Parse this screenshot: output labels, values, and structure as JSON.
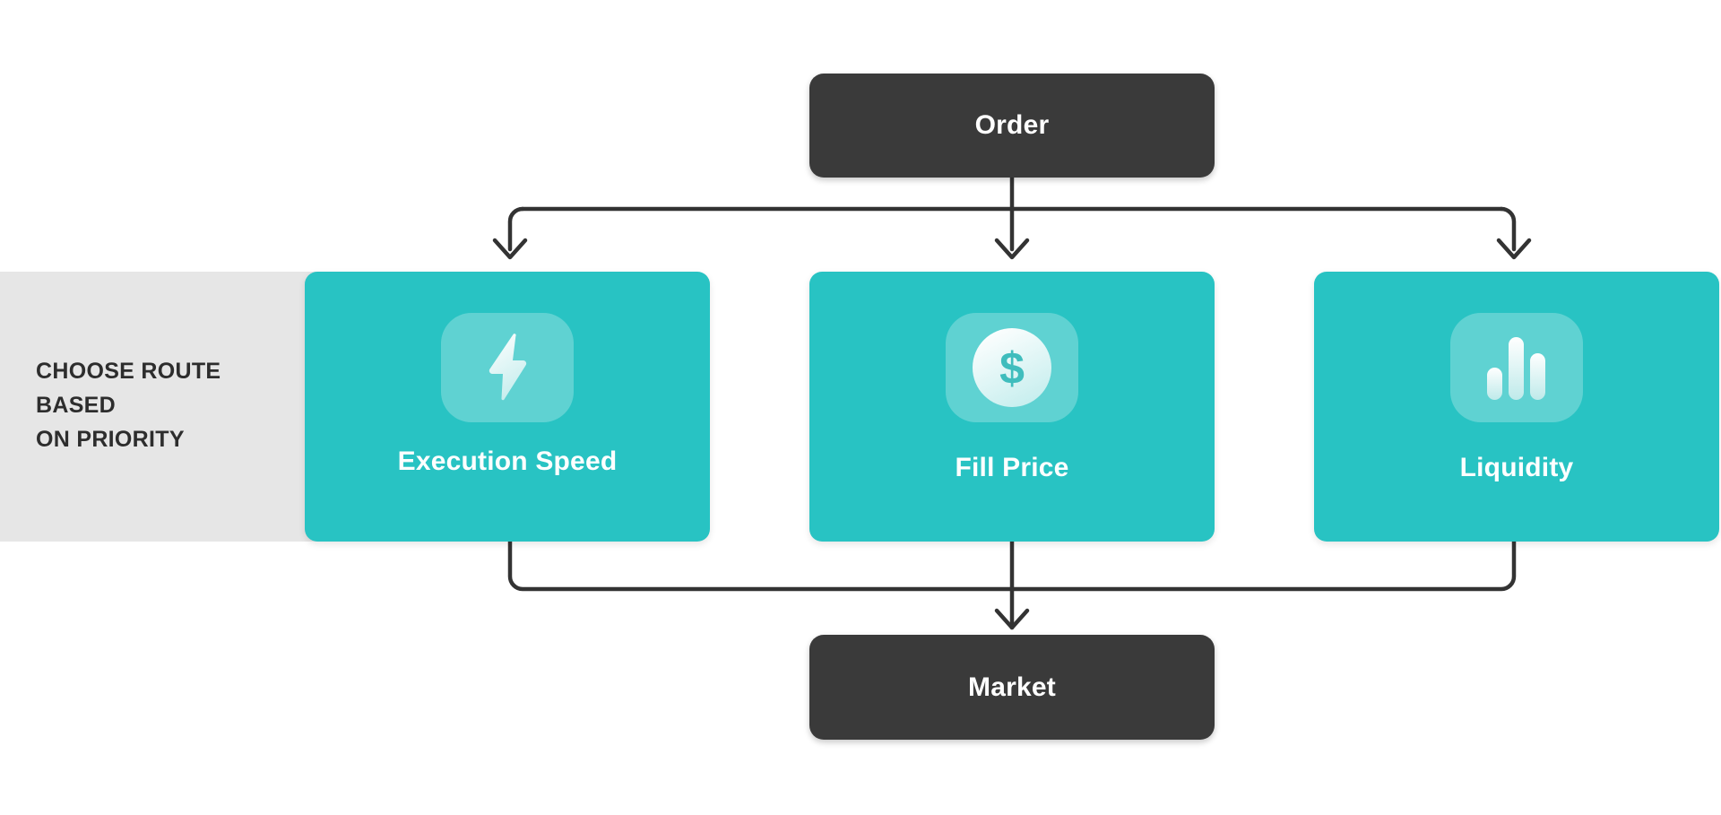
{
  "diagram": {
    "title_node": {
      "label": "Order",
      "name": "order"
    },
    "end_node": {
      "label": "Market",
      "name": "market"
    },
    "band": {
      "label": "CHOOSE ROUTE BASED\nON PRIORITY",
      "label_line1": "CHOOSE ROUTE",
      "label_line2": "BASED",
      "label_line3": "ON PRIORITY",
      "background_color": "#e6e6e6"
    },
    "options": [
      {
        "label": "Execution Speed",
        "icon": "lightning-bolt-icon"
      },
      {
        "label": "Fill Price",
        "icon": "dollar-coin-icon"
      },
      {
        "label": "Liquidity",
        "icon": "bar-chart-icon"
      }
    ],
    "colors": {
      "teal": "#28c3c3",
      "dark": "#3a3a3a",
      "connector": "#333333",
      "band_gray": "#e6e6e6",
      "icon_tile": "rgba(255,255,255,0.26)",
      "white": "#ffffff"
    },
    "flow": {
      "from": "Order",
      "to": "Market",
      "branch_count": 3,
      "branch_labels": [
        "Execution Speed",
        "Fill Price",
        "Liquidity"
      ]
    }
  }
}
